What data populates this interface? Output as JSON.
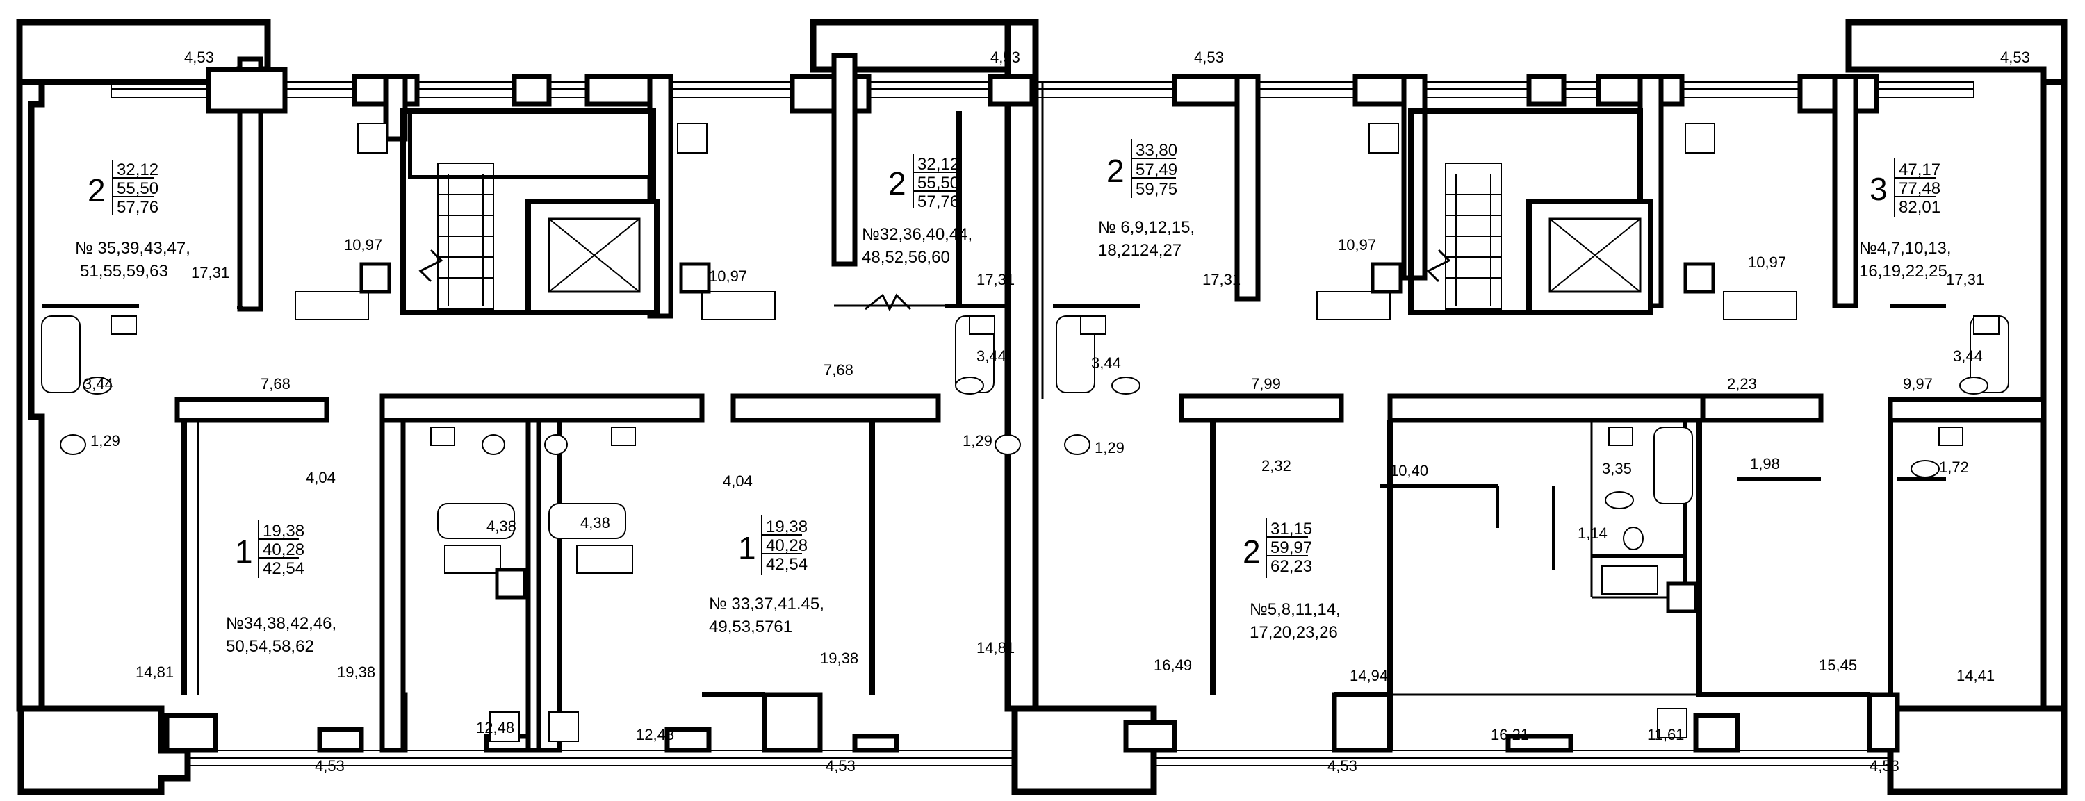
{
  "plan": {
    "balcony_areas": [
      "4,53",
      "4,53",
      "4,53",
      "4,53",
      "4,53",
      "4,53",
      "4,53",
      "4,53"
    ],
    "room_areas": [
      "17,31",
      "10,97",
      "10,97",
      "17,31",
      "17,31",
      "10,97",
      "10,97",
      "17,31",
      "3,44",
      "3,44",
      "3,44",
      "3,44",
      "7,68",
      "7,68",
      "7,99",
      "2,23",
      "9,97",
      "1,29",
      "1,29",
      "1,29",
      "4,04",
      "4,04",
      "4,38",
      "4,38",
      "2,32",
      "10,40",
      "3,35",
      "1,98",
      "1,72",
      "1,14",
      "14,81",
      "19,38",
      "12,48",
      "12,48",
      "19,38",
      "14,81",
      "16,49",
      "14,94",
      "16,21",
      "11,61",
      "15,45",
      "14,41"
    ]
  },
  "apartments": [
    {
      "rooms": "2",
      "areas": [
        "32,12",
        "55,50",
        "57,76"
      ],
      "numbers_line1": "№ 35,39,43,47,",
      "numbers_line2": "51,55,59,63"
    },
    {
      "rooms": "2",
      "areas": [
        "32,12",
        "55,50",
        "57,76"
      ],
      "numbers_line1": "№32,36,40,44,",
      "numbers_line2": "48,52,56,60"
    },
    {
      "rooms": "2",
      "areas": [
        "33,80",
        "57,49",
        "59,75"
      ],
      "numbers_line1": "№ 6,9,12,15,",
      "numbers_line2": "18,2124,27"
    },
    {
      "rooms": "3",
      "areas": [
        "47,17",
        "77,48",
        "82,01"
      ],
      "numbers_line1": "№4,7,10,13,",
      "numbers_line2": "16,19,22,25"
    },
    {
      "rooms": "1",
      "areas": [
        "19,38",
        "40,28",
        "42,54"
      ],
      "numbers_line1": "№34,38,42,46,",
      "numbers_line2": "50,54,58,62"
    },
    {
      "rooms": "1",
      "areas": [
        "19,38",
        "40,28",
        "42,54"
      ],
      "numbers_line1": "№ 33,37,41.45,",
      "numbers_line2": "49,53,5761"
    },
    {
      "rooms": "2",
      "areas": [
        "31,15",
        "59,97",
        "62,23"
      ],
      "numbers_line1": "№5,8,11,14,",
      "numbers_line2": "17,20,23,26"
    }
  ]
}
